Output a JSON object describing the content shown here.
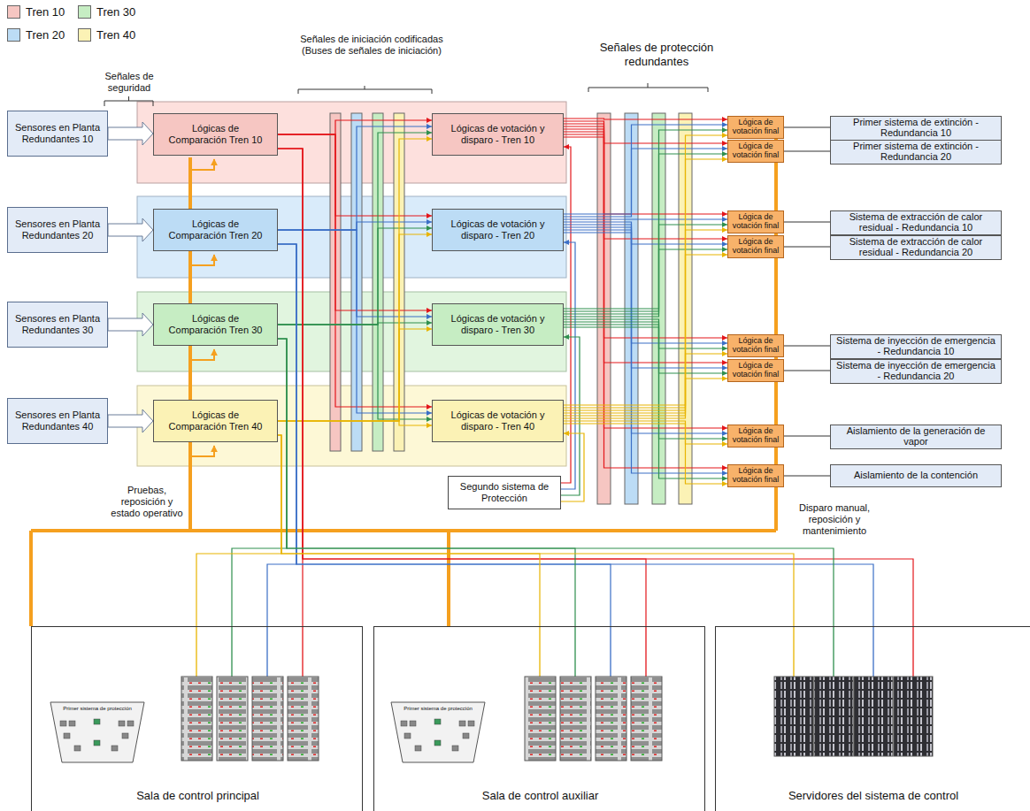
{
  "diagram": {
    "nodes": [
      {
        "text": [
          "Sensores en Planta Redundantes 10"
        ]
      },
      {
        "text": [
          "Sensores en Planta Redundantes 20"
        ]
      },
      {
        "text": [
          "Sensores en Planta Redundantes 30"
        ]
      },
      {
        "text": [
          "Sensores en Planta Redundantes 40"
        ]
      },
      {
        "text": [
          "Lógicas de Comparación Tren 10"
        ]
      },
      {
        "text": [
          "Lógicas de votación y disparo - Tren 10"
        ]
      },
      {
        "text": [
          "Lógicas de Comparación Tren 20"
        ]
      },
      {
        "text": [
          "Lógicas de votación y disparo - Tren 20"
        ]
      },
      {
        "text": [
          "Lógicas de Comparación Tren 30"
        ]
      },
      {
        "text": [
          "Lógicas de votación y disparo - Tren 30"
        ]
      },
      {
        "text": [
          "Lógicas de Comparación Tren 40"
        ]
      },
      {
        "text": [
          "Lógicas de votación y disparo - Tren 40"
        ]
      },
      {
        "text": [
          "Segundo sistema de Protección"
        ]
      },
      {
        "text": [
          "Lógica de votación final"
        ]
      },
      {
        "text": [
          "Primer sistema de extinción - Redundancia 10"
        ]
      },
      {
        "text": [
          "Lógica de votación final"
        ]
      },
      {
        "text": [
          "Primer sistema de extinción - Redundancia 20"
        ]
      },
      {
        "text": [
          "Lógica de votación final"
        ]
      },
      {
        "text": [
          "Sistema de extracción de calor residual - Redundancia 10"
        ]
      },
      {
        "text": [
          "Lógica de votación final"
        ]
      },
      {
        "text": [
          "Sistema de extracción de calor residual - Redundancia 20"
        ]
      },
      {
        "text": [
          "Lógica de votación final"
        ]
      },
      {
        "text": [
          "Sistema de inyección de emergencia - Redundancia 10"
        ]
      },
      {
        "text": [
          "Lógica de votación final"
        ]
      },
      {
        "text": [
          "Sistema de inyección de emergencia - Redundancia 20"
        ]
      },
      {
        "text": [
          "Lógica de votación final"
        ]
      },
      {
        "text": [
          "Aislamiento de la generación de vapor"
        ]
      },
      {
        "text": [
          "Lógica de votación final"
        ]
      },
      {
        "text": [
          "Aislamiento de la contención"
        ]
      },
      {
        "text": [
          "Sala de control principal"
        ]
      },
      {
        "text": [
          "Primer sistema de protección"
        ],
        "in": 29
      },
      {
        "text": [
          "Sala de control auxiliar"
        ]
      },
      {
        "text": [
          "Primer sistema de protección"
        ],
        "in": 31
      },
      {
        "text": [
          "Servidores del sistema de control"
        ]
      }
    ],
    "edges": [
      {
        "from": 0,
        "to": 4,
        "arrow": "to"
      },
      {
        "from": 1,
        "to": 6,
        "arrow": "to"
      },
      {
        "from": 2,
        "to": 8,
        "arrow": "to"
      },
      {
        "from": 3,
        "to": 10,
        "arrow": "to"
      },
      {
        "from": 4,
        "to": 5,
        "arrow": "to"
      },
      {
        "from": 4,
        "to": 7,
        "arrow": "to"
      },
      {
        "from": 4,
        "to": 9,
        "arrow": "to"
      },
      {
        "from": 4,
        "to": 11,
        "arrow": "to"
      },
      {
        "from": 6,
        "to": 5,
        "arrow": "to"
      },
      {
        "from": 6,
        "to": 7,
        "arrow": "to"
      },
      {
        "from": 6,
        "to": 9,
        "arrow": "to"
      },
      {
        "from": 6,
        "to": 11,
        "arrow": "to"
      },
      {
        "from": 8,
        "to": 5,
        "arrow": "to"
      },
      {
        "from": 8,
        "to": 7,
        "arrow": "to"
      },
      {
        "from": 8,
        "to": 9,
        "arrow": "to"
      },
      {
        "from": 8,
        "to": 11,
        "arrow": "to"
      },
      {
        "from": 10,
        "to": 5,
        "arrow": "to"
      },
      {
        "from": 10,
        "to": 7,
        "arrow": "to"
      },
      {
        "from": 10,
        "to": 9,
        "arrow": "to"
      },
      {
        "from": 10,
        "to": 11,
        "arrow": "to"
      },
      {
        "from": 12,
        "to": 5,
        "arrow": "to"
      },
      {
        "from": 12,
        "to": 7,
        "arrow": "to"
      },
      {
        "from": 12,
        "to": 9,
        "arrow": "to"
      },
      {
        "from": 12,
        "to": 11,
        "arrow": "to"
      },
      {
        "from": 5,
        "to": 13,
        "arrow": "to"
      },
      {
        "from": 5,
        "to": 15,
        "arrow": "to"
      },
      {
        "from": 5,
        "to": 17,
        "arrow": "to"
      },
      {
        "from": 5,
        "to": 19,
        "arrow": "to"
      },
      {
        "from": 5,
        "to": 21,
        "arrow": "to"
      },
      {
        "from": 5,
        "to": 23,
        "arrow": "to"
      },
      {
        "from": 5,
        "to": 25,
        "arrow": "to"
      },
      {
        "from": 5,
        "to": 27,
        "arrow": "to"
      },
      {
        "from": 7,
        "to": 13,
        "arrow": "to"
      },
      {
        "from": 7,
        "to": 15,
        "arrow": "to"
      },
      {
        "from": 7,
        "to": 17,
        "arrow": "to"
      },
      {
        "from": 7,
        "to": 19,
        "arrow": "to"
      },
      {
        "from": 7,
        "to": 21,
        "arrow": "to"
      },
      {
        "from": 7,
        "to": 23,
        "arrow": "to"
      },
      {
        "from": 7,
        "to": 25,
        "arrow": "to"
      },
      {
        "from": 7,
        "to": 27,
        "arrow": "to"
      },
      {
        "from": 9,
        "to": 13,
        "arrow": "to"
      },
      {
        "from": 9,
        "to": 15,
        "arrow": "to"
      },
      {
        "from": 9,
        "to": 17,
        "arrow": "to"
      },
      {
        "from": 9,
        "to": 19,
        "arrow": "to"
      },
      {
        "from": 9,
        "to": 21,
        "arrow": "to"
      },
      {
        "from": 9,
        "to": 23,
        "arrow": "to"
      },
      {
        "from": 9,
        "to": 25,
        "arrow": "to"
      },
      {
        "from": 9,
        "to": 27,
        "arrow": "to"
      },
      {
        "from": 11,
        "to": 13,
        "arrow": "to"
      },
      {
        "from": 11,
        "to": 15,
        "arrow": "to"
      },
      {
        "from": 11,
        "to": 17,
        "arrow": "to"
      },
      {
        "from": 11,
        "to": 19,
        "arrow": "to"
      },
      {
        "from": 11,
        "to": 21,
        "arrow": "to"
      },
      {
        "from": 11,
        "to": 23,
        "arrow": "to"
      },
      {
        "from": 11,
        "to": 25,
        "arrow": "to"
      },
      {
        "from": 11,
        "to": 27,
        "arrow": "to"
      },
      {
        "from": 13,
        "to": 14,
        "arrow": "none"
      },
      {
        "from": 15,
        "to": 16,
        "arrow": "none"
      },
      {
        "from": 17,
        "to": 18,
        "arrow": "none"
      },
      {
        "from": 19,
        "to": 20,
        "arrow": "none"
      },
      {
        "from": 21,
        "to": 22,
        "arrow": "none"
      },
      {
        "from": 23,
        "to": 24,
        "arrow": "none"
      },
      {
        "from": 25,
        "to": 26,
        "arrow": "none"
      },
      {
        "from": 27,
        "to": 28,
        "arrow": "none"
      },
      {
        "from": 4,
        "to": 29,
        "arrow": "none"
      },
      {
        "from": 4,
        "to": 31,
        "arrow": "none"
      },
      {
        "from": 4,
        "to": 33,
        "arrow": "none"
      },
      {
        "from": 6,
        "to": 29,
        "arrow": "none"
      },
      {
        "from": 6,
        "to": 31,
        "arrow": "none"
      },
      {
        "from": 6,
        "to": 33,
        "arrow": "none"
      },
      {
        "from": 8,
        "to": 29,
        "arrow": "none"
      },
      {
        "from": 8,
        "to": 31,
        "arrow": "none"
      },
      {
        "from": 8,
        "to": 33,
        "arrow": "none"
      },
      {
        "from": 10,
        "to": 29,
        "arrow": "none"
      },
      {
        "from": 10,
        "to": 31,
        "arrow": "none"
      },
      {
        "from": 10,
        "to": 33,
        "arrow": "none"
      }
    ],
    "labels": [
      "Señales de seguridad",
      "Señales de iniciación codificadas (Buses de señales de iniciación)",
      "Señales de protección redundantes",
      "Pruebas, reposición y estado operativo",
      "Disparo manual, reposición y mantenimiento"
    ],
    "legend": [
      {
        "text": "Tren 10",
        "color": "#f6c6c2"
      },
      {
        "text": "Tren 30",
        "color": "#c6edc3"
      },
      {
        "text": "Tren 20",
        "color": "#bcdcf5"
      },
      {
        "text": "Tren 40",
        "color": "#fbf2b5"
      }
    ]
  }
}
